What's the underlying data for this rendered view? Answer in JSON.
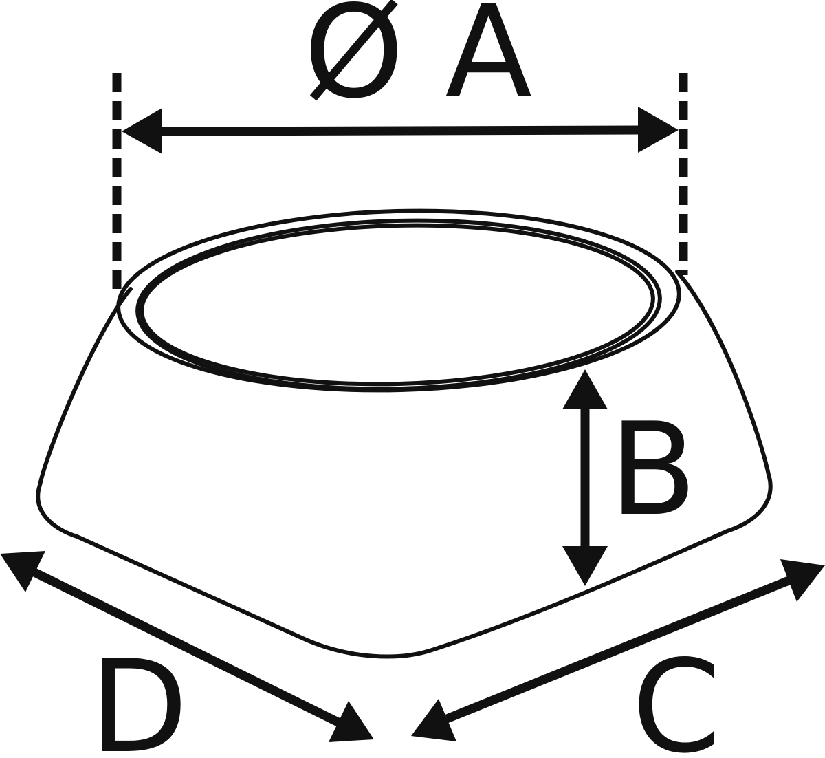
{
  "diagram": {
    "labels": {
      "diameter_a": "Ø A",
      "height_b": "B",
      "side_c": "C",
      "side_d": "D"
    },
    "colors": {
      "line": "#111111",
      "background": "#ffffff"
    }
  }
}
